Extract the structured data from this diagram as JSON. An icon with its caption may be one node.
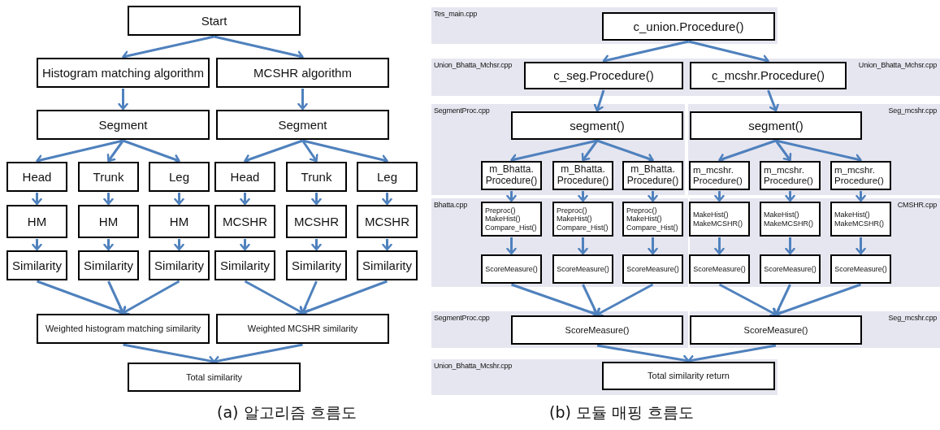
{
  "diagram": {
    "nodes": [
      {
        "text": [
          "Start"
        ]
      },
      {
        "text": [
          "Histogram matching algorithm"
        ]
      },
      {
        "text": [
          "MCSHR algorithm"
        ]
      },
      {
        "text": [
          "Segment"
        ]
      },
      {
        "text": [
          "Segment"
        ]
      },
      {
        "text": [
          "Head"
        ]
      },
      {
        "text": [
          "Trunk"
        ]
      },
      {
        "text": [
          "Leg"
        ]
      },
      {
        "text": [
          "Head"
        ]
      },
      {
        "text": [
          "Trunk"
        ]
      },
      {
        "text": [
          "Leg"
        ]
      },
      {
        "text": [
          "HM"
        ]
      },
      {
        "text": [
          "HM"
        ]
      },
      {
        "text": [
          "HM"
        ]
      },
      {
        "text": [
          "MCSHR"
        ]
      },
      {
        "text": [
          "MCSHR"
        ]
      },
      {
        "text": [
          "MCSHR"
        ]
      },
      {
        "text": [
          "Similarity"
        ]
      },
      {
        "text": [
          "Similarity"
        ]
      },
      {
        "text": [
          "Similarity"
        ]
      },
      {
        "text": [
          "Similarity"
        ]
      },
      {
        "text": [
          "Similarity"
        ]
      },
      {
        "text": [
          "Similarity"
        ]
      },
      {
        "text": [
          "Weighted histogram matching similarity"
        ]
      },
      {
        "text": [
          "Weighted MCSHR similarity"
        ]
      },
      {
        "text": [
          "Total similarity"
        ]
      },
      {
        "text": [
          "Tes_main.cpp"
        ]
      },
      {
        "text": [
          "c_union.Procedure()"
        ],
        "in": 26
      },
      {
        "text": [
          "Union_Bhatta_Mchsr.cpp",
          "Union_Bhatta_Mchsr.cpp"
        ]
      },
      {
        "text": [
          "c_seg.Procedure()"
        ],
        "in": 28
      },
      {
        "text": [
          "c_mcshr.Procedure()"
        ],
        "in": 28
      },
      {
        "text": [
          "SegmentProc.cpp"
        ]
      },
      {
        "text": [
          "segment()"
        ],
        "in": 31
      },
      {
        "text": [
          "Seg_mcshr.cpp"
        ]
      },
      {
        "text": [
          "segment()"
        ],
        "in": 33
      },
      {
        "text": [
          "m_Bhatta. Procedure()"
        ],
        "in": 31
      },
      {
        "text": [
          "m_Bhatta. Procedure()"
        ],
        "in": 31
      },
      {
        "text": [
          "m_Bhatta. Procedure()"
        ],
        "in": 31
      },
      {
        "text": [
          "m_mcshr. Procedure()"
        ],
        "in": 33
      },
      {
        "text": [
          "m_mcshr. Procedure()"
        ],
        "in": 33
      },
      {
        "text": [
          "m_mcshr. Procedure()"
        ],
        "in": 33
      },
      {
        "text": [
          "Bhatta.cpp"
        ]
      },
      {
        "text": [
          "Preproc() MakeHist() Compare_Hist()"
        ],
        "in": 41
      },
      {
        "text": [
          "Preproc() MakeHist() Compare_Hist()"
        ],
        "in": 41
      },
      {
        "text": [
          "Preproc() MakeHist() Compare_Hist()"
        ],
        "in": 41
      },
      {
        "text": [
          "ScoreMeasure()"
        ],
        "in": 41
      },
      {
        "text": [
          "ScoreMeasure()"
        ],
        "in": 41
      },
      {
        "text": [
          "ScoreMeasure()"
        ],
        "in": 41
      },
      {
        "text": [
          "CMSHR.cpp"
        ]
      },
      {
        "text": [
          "MakeHist() MakeMCSHR()"
        ],
        "in": 48
      },
      {
        "text": [
          "MakeHist() MakeMCSHR()"
        ],
        "in": 48
      },
      {
        "text": [
          "MakeHist() MakeMCSHR()"
        ],
        "in": 48
      },
      {
        "text": [
          "ScoreMeasure()"
        ],
        "in": 48
      },
      {
        "text": [
          "ScoreMeasure()"
        ],
        "in": 48
      },
      {
        "text": [
          "ScoreMeasure()"
        ],
        "in": 48
      },
      {
        "text": [
          "SegmentProc.cpp"
        ]
      },
      {
        "text": [
          "ScoreMeasure()"
        ],
        "in": 55
      },
      {
        "text": [
          "Seg_mcshr.cpp"
        ]
      },
      {
        "text": [
          "ScoreMeasure()"
        ],
        "in": 57
      },
      {
        "text": [
          "Union_Bhatta_Mcshr.cpp"
        ]
      },
      {
        "text": [
          "Total similarity return"
        ],
        "in": 59
      }
    ],
    "edges": [
      {
        "from": 0,
        "to": 1,
        "arrow": "to"
      },
      {
        "from": 0,
        "to": 2,
        "arrow": "to"
      },
      {
        "from": 1,
        "to": 3,
        "arrow": "to"
      },
      {
        "from": 2,
        "to": 4,
        "arrow": "to"
      },
      {
        "from": 3,
        "to": 5,
        "arrow": "to"
      },
      {
        "from": 3,
        "to": 6,
        "arrow": "to"
      },
      {
        "from": 3,
        "to": 7,
        "arrow": "to"
      },
      {
        "from": 4,
        "to": 8,
        "arrow": "to"
      },
      {
        "from": 4,
        "to": 9,
        "arrow": "to"
      },
      {
        "from": 4,
        "to": 10,
        "arrow": "to"
      },
      {
        "from": 5,
        "to": 11,
        "arrow": "to"
      },
      {
        "from": 6,
        "to": 12,
        "arrow": "to"
      },
      {
        "from": 7,
        "to": 13,
        "arrow": "to"
      },
      {
        "from": 8,
        "to": 14,
        "arrow": "to"
      },
      {
        "from": 9,
        "to": 15,
        "arrow": "to"
      },
      {
        "from": 10,
        "to": 16,
        "arrow": "to"
      },
      {
        "from": 11,
        "to": 17,
        "arrow": "to"
      },
      {
        "from": 12,
        "to": 18,
        "arrow": "to"
      },
      {
        "from": 13,
        "to": 19,
        "arrow": "to"
      },
      {
        "from": 14,
        "to": 20,
        "arrow": "to"
      },
      {
        "from": 15,
        "to": 21,
        "arrow": "to"
      },
      {
        "from": 16,
        "to": 22,
        "arrow": "to"
      },
      {
        "from": 17,
        "to": 23,
        "arrow": "to"
      },
      {
        "from": 18,
        "to": 23,
        "arrow": "to"
      },
      {
        "from": 19,
        "to": 23,
        "arrow": "to"
      },
      {
        "from": 20,
        "to": 24,
        "arrow": "to"
      },
      {
        "from": 21,
        "to": 24,
        "arrow": "to"
      },
      {
        "from": 22,
        "to": 24,
        "arrow": "to"
      },
      {
        "from": 23,
        "to": 25,
        "arrow": "to"
      },
      {
        "from": 24,
        "to": 25,
        "arrow": "to"
      },
      {
        "from": 27,
        "to": 29,
        "arrow": "to"
      },
      {
        "from": 27,
        "to": 30,
        "arrow": "to"
      },
      {
        "from": 29,
        "to": 32,
        "arrow": "to"
      },
      {
        "from": 30,
        "to": 34,
        "arrow": "to"
      },
      {
        "from": 32,
        "to": 35,
        "arrow": "to"
      },
      {
        "from": 32,
        "to": 36,
        "arrow": "to"
      },
      {
        "from": 32,
        "to": 37,
        "arrow": "to"
      },
      {
        "from": 34,
        "to": 38,
        "arrow": "to"
      },
      {
        "from": 34,
        "to": 39,
        "arrow": "to"
      },
      {
        "from": 34,
        "to": 40,
        "arrow": "to"
      },
      {
        "from": 35,
        "to": 42,
        "arrow": "to"
      },
      {
        "from": 36,
        "to": 43,
        "arrow": "to"
      },
      {
        "from": 37,
        "to": 44,
        "arrow": "to"
      },
      {
        "from": 38,
        "to": 49,
        "arrow": "to"
      },
      {
        "from": 39,
        "to": 50,
        "arrow": "to"
      },
      {
        "from": 40,
        "to": 51,
        "arrow": "to"
      },
      {
        "from": 42,
        "to": 45,
        "arrow": "to"
      },
      {
        "from": 43,
        "to": 46,
        "arrow": "to"
      },
      {
        "from": 44,
        "to": 47,
        "arrow": "to"
      },
      {
        "from": 49,
        "to": 52,
        "arrow": "to"
      },
      {
        "from": 50,
        "to": 53,
        "arrow": "to"
      },
      {
        "from": 51,
        "to": 54,
        "arrow": "to"
      },
      {
        "from": 45,
        "to": 56,
        "arrow": "to"
      },
      {
        "from": 46,
        "to": 56,
        "arrow": "to"
      },
      {
        "from": 47,
        "to": 56,
        "arrow": "to"
      },
      {
        "from": 52,
        "to": 58,
        "arrow": "to"
      },
      {
        "from": 53,
        "to": 58,
        "arrow": "to"
      },
      {
        "from": 54,
        "to": 58,
        "arrow": "to"
      },
      {
        "from": 56,
        "to": 60,
        "arrow": "to"
      },
      {
        "from": 58,
        "to": 60,
        "arrow": "to"
      }
    ],
    "labels": [
      "(a) 알고리즘 흐름도",
      "(b) 모듈 매핑 흐름도"
    ]
  }
}
